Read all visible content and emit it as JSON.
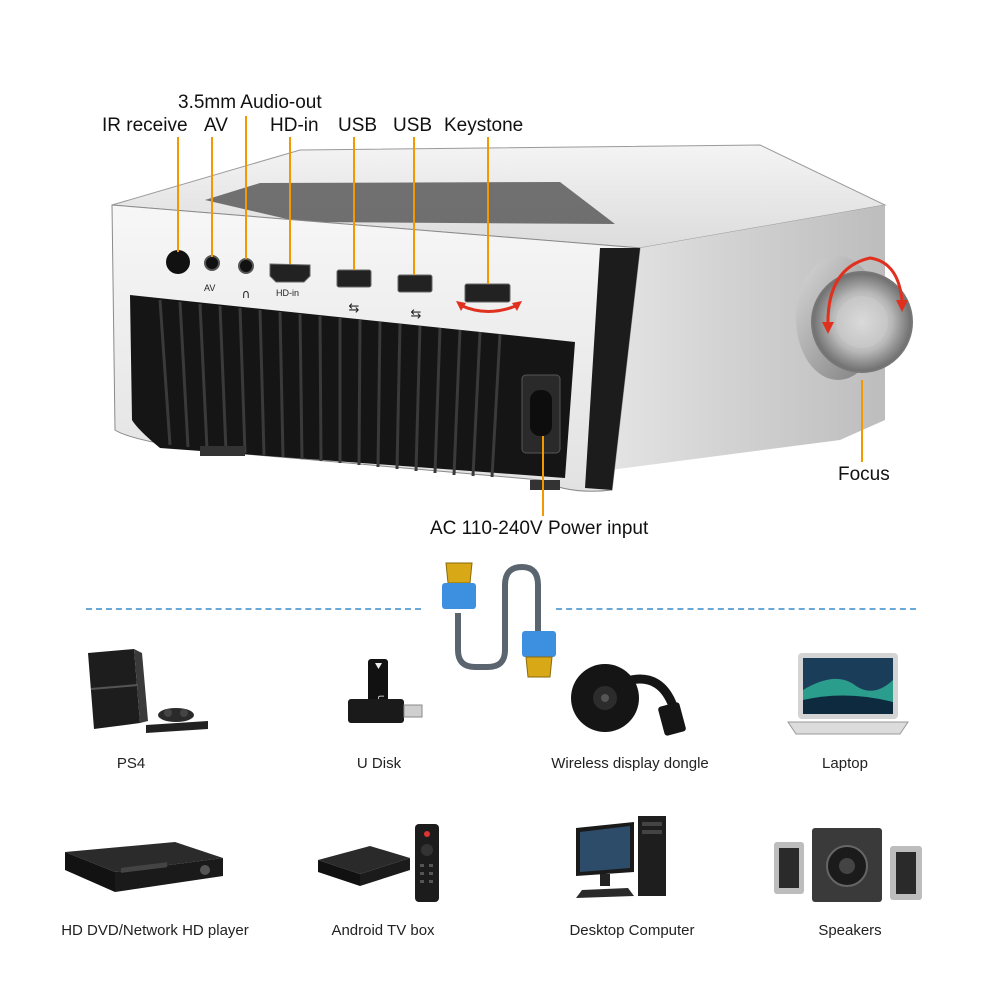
{
  "callouts": {
    "audio_out": "3.5mm Audio-out",
    "ir_receive": "IR receive",
    "av": "AV",
    "hd_in": "HD-in",
    "usb1": "USB",
    "usb2": "USB",
    "keystone": "Keystone",
    "focus": "Focus",
    "power": "AC 110-240V Power input"
  },
  "port_marks": {
    "av": "AV",
    "hd_in": "HD-in"
  },
  "devices": {
    "row1": [
      "PS4",
      "U Disk",
      "Wireless display dongle",
      "Laptop"
    ],
    "row2": [
      "HD DVD/Network HD player",
      "Android TV box",
      "Desktop Computer",
      "Speakers"
    ]
  },
  "colors": {
    "leader": "#f39800",
    "arrow": "#e0301e",
    "divider": "#6aa8d8",
    "cable_connector": "#3d8fe0"
  },
  "icons": [
    "projector-illustration",
    "hdmi-cable-icon",
    "ps4-icon",
    "usb-drive-icon",
    "dongle-icon",
    "laptop-icon",
    "dvd-player-icon",
    "tv-box-icon",
    "desktop-icon",
    "speakers-icon"
  ]
}
